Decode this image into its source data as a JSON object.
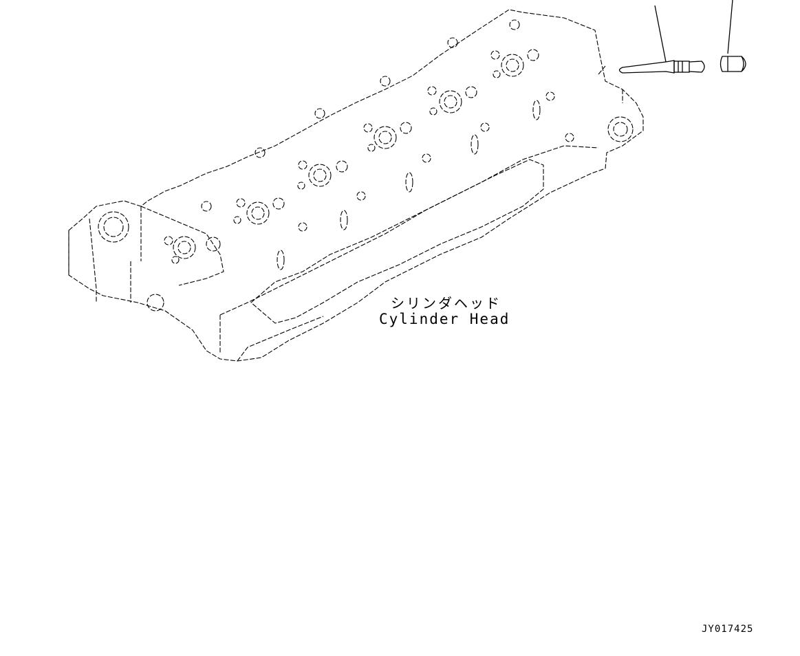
{
  "part": {
    "name_jp": "シリンダヘッド",
    "name_en": "Cylinder Head"
  },
  "drawing_code": "JY017425",
  "icons": [
    "cylinder-head-illustration",
    "injector-sleeve-part",
    "plug-part",
    "leader-line"
  ],
  "colors": {
    "line": "#000000",
    "background": "#ffffff"
  }
}
